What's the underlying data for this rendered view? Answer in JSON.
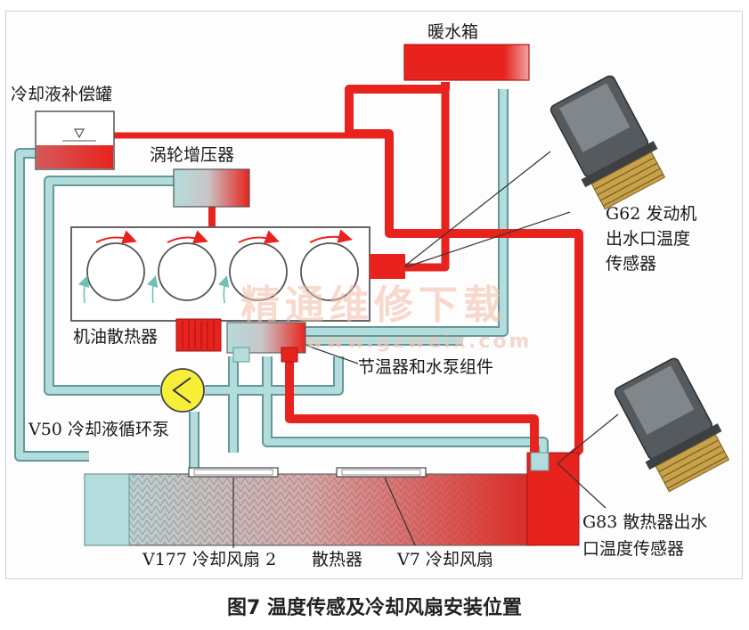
{
  "labels": {
    "heater_core": "暖水箱",
    "expansion_tank": "冷却液补偿罐",
    "turbocharger": "涡轮增压器",
    "oil_cooler": "机油散热器",
    "thermostat_pump": "节温器和水泵组件",
    "v50_pump": "V50 冷却液循环泵",
    "g62_line1": "G62 发动机",
    "g62_line2": "出水口温度",
    "g62_line3": "传感器",
    "g83_line1": "G83 散热器出水",
    "g83_line2": "口温度传感器",
    "v177_fan": "V177 冷却风扇 2",
    "radiator": "散热器",
    "v7_fan": "V7 冷却风扇"
  },
  "watermark": {
    "title": "精通维修下载",
    "url": "www.gzweix.com"
  },
  "caption": "图7 温度传感及冷却风扇安装位置",
  "colors": {
    "hot": "#e8231e",
    "cold": "#b4dcdc",
    "cold_edge": "#5f9a98",
    "sensor_body": "#555a5e",
    "sensor_thread": "#c8a24a"
  }
}
